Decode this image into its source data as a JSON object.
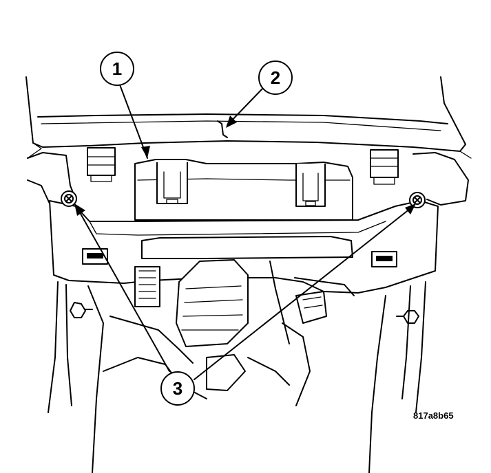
{
  "diagram": {
    "callouts": [
      {
        "id": "1",
        "label": "1"
      },
      {
        "id": "2",
        "label": "2"
      },
      {
        "id": "3",
        "label": "3"
      }
    ],
    "figure_code": "817a8b65"
  }
}
